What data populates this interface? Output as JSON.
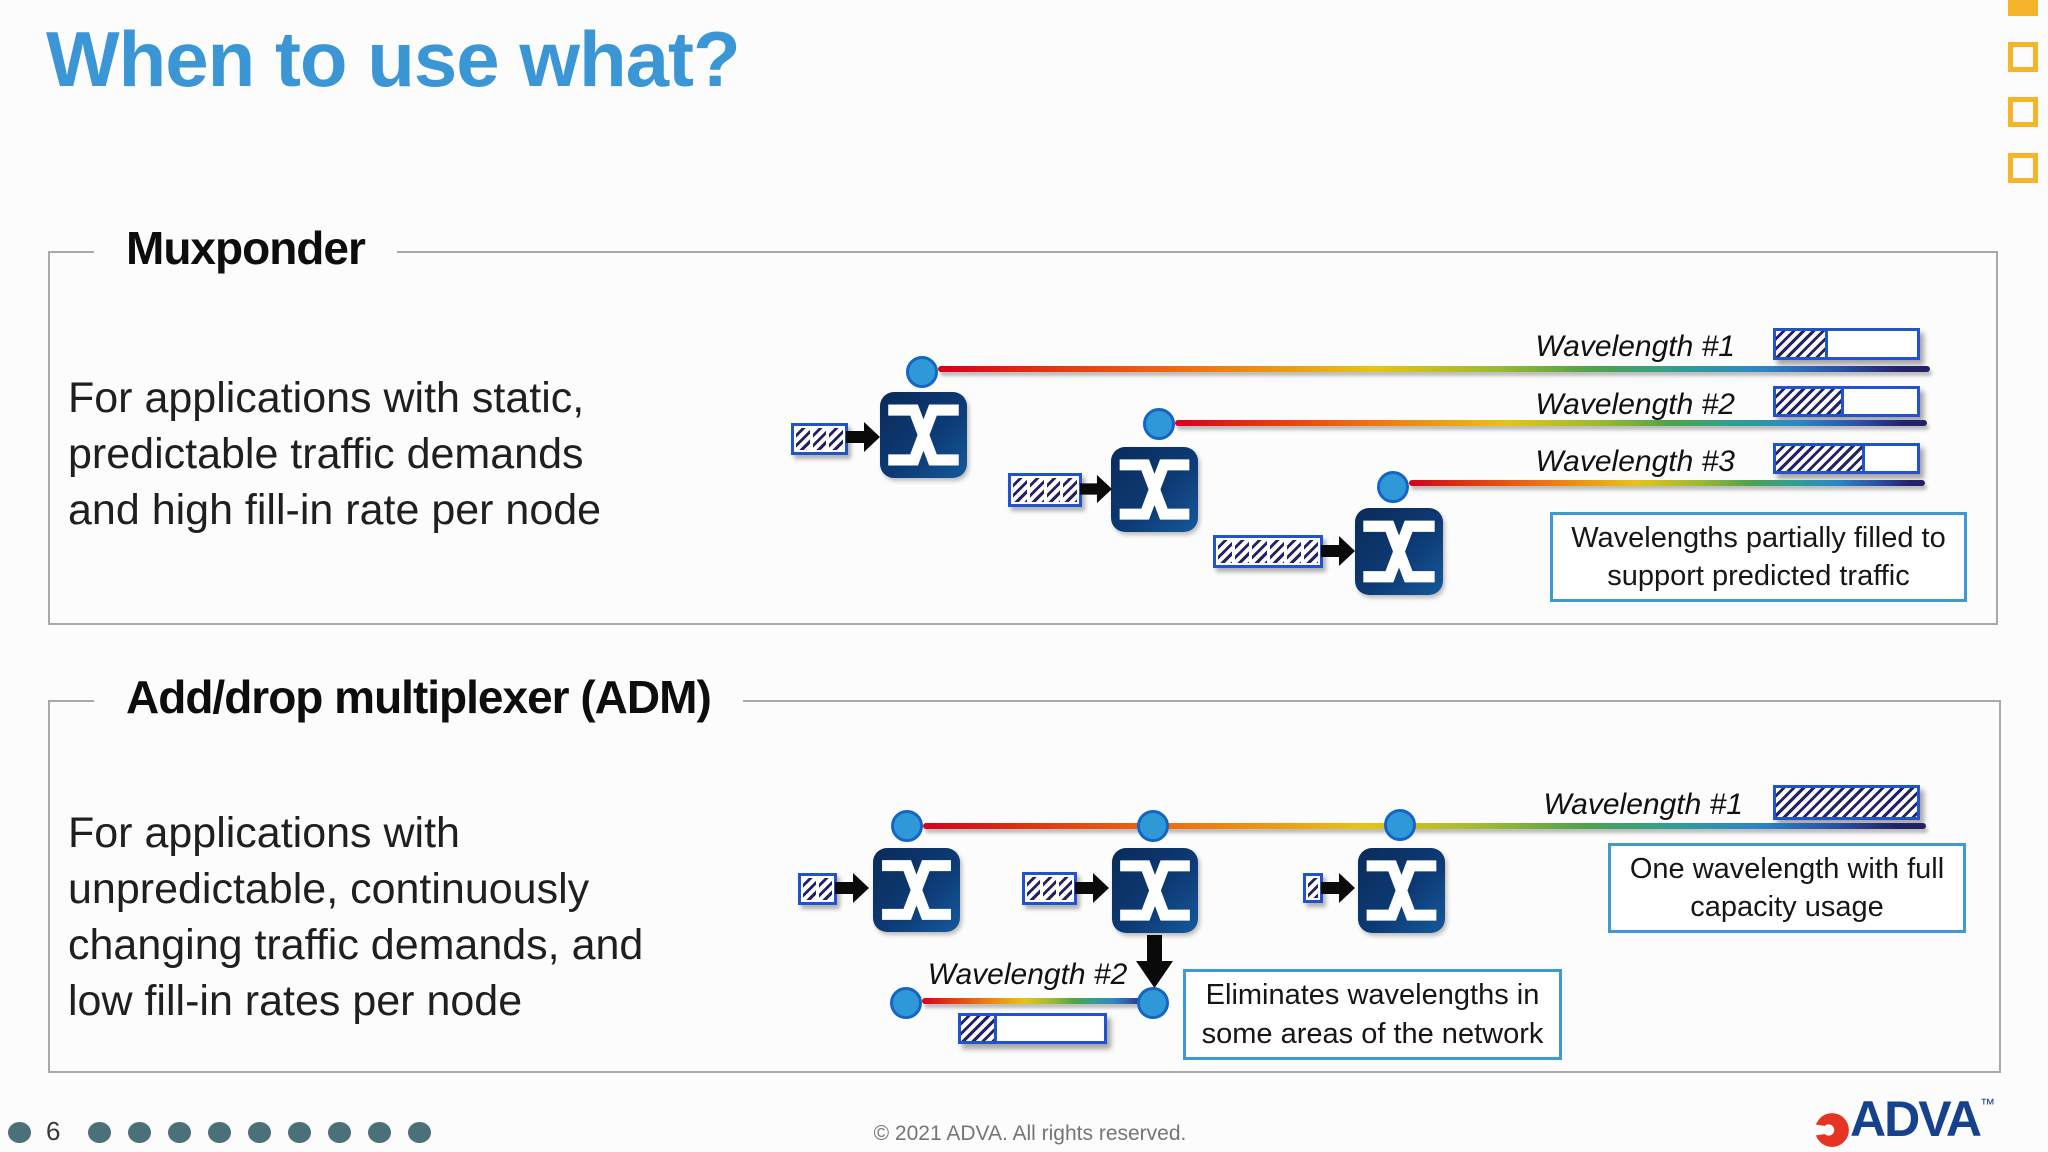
{
  "slide": {
    "title": "When to use what?"
  },
  "muxponder": {
    "label": "Muxponder",
    "description": "For applications with static,\npredictable traffic demands\nand high fill-in rate per node",
    "wavelengths": [
      {
        "label": "Wavelength #1",
        "fill_percent": 37
      },
      {
        "label": "Wavelength #2",
        "fill_percent": 48
      },
      {
        "label": "Wavelength #3",
        "fill_percent": 63
      }
    ],
    "nodes": [
      {
        "traffic_cells": 3
      },
      {
        "traffic_cells": 4
      },
      {
        "traffic_cells": 6
      }
    ],
    "caption": "Wavelengths partially filled to\nsupport predicted traffic"
  },
  "adm": {
    "label": "Add/drop multiplexer (ADM)",
    "description": "For applications with\nunpredictable, continuously\nchanging traffic demands, and\nlow fill-in rates per node",
    "wavelengths": [
      {
        "label": "Wavelength #1",
        "fill_percent": 100
      },
      {
        "label": "Wavelength #2",
        "fill_percent": 25
      }
    ],
    "nodes": [
      {
        "traffic_cells": 2
      },
      {
        "traffic_cells": 3
      },
      {
        "traffic_cells": 1
      }
    ],
    "caption_full_capacity": "One wavelength with full\ncapacity usage",
    "caption_eliminates": "Eliminates wavelengths in\nsome areas of the network"
  },
  "footer": {
    "page_number": "6",
    "copyright": "© 2021 ADVA. All rights reserved.",
    "logo_text": "ADVA",
    "logo_tm": "™",
    "dot_count": 9
  },
  "colors": {
    "title_blue": "#3a96d5",
    "accent_yellow": "#f6b42a",
    "switch_navy": "#0d3a74",
    "node_circle_blue": "#2f99d8",
    "hatch_border_blue": "#2153cc",
    "caption_border_blue": "#3e9ad2",
    "footer_dot_teal": "#4c7077",
    "logo_red": "#e63322",
    "logo_navy": "#16418c"
  }
}
